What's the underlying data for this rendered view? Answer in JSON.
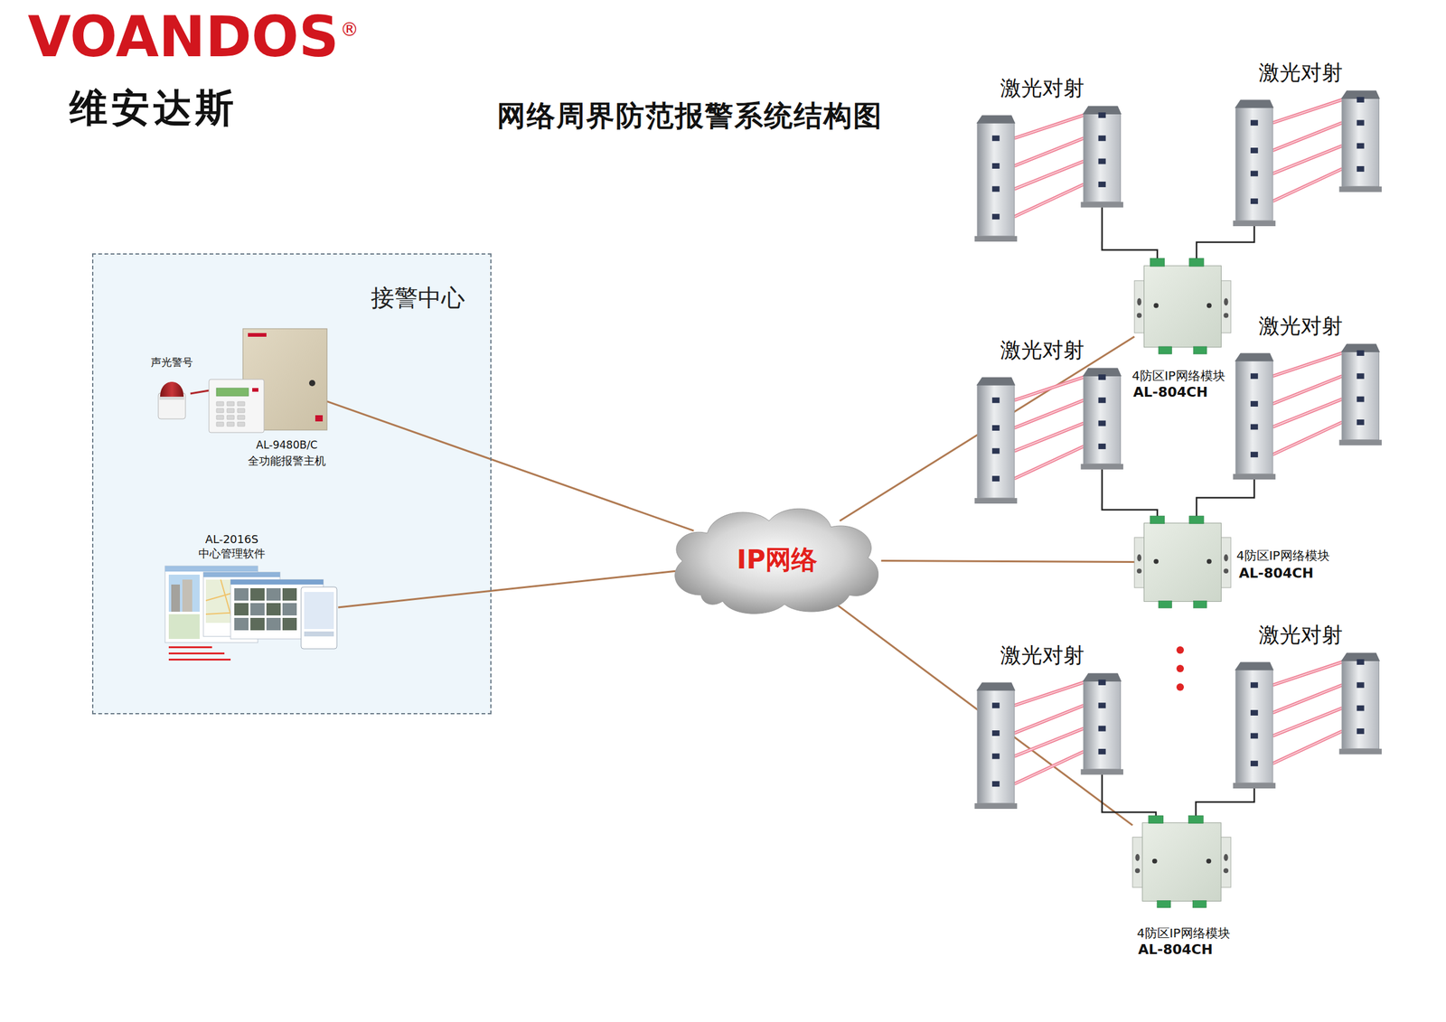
{
  "diagram": {
    "title": "网络周界防范报警系统结构图",
    "nodes": [
      {
        "text": [
          "接警中心"
        ]
      },
      {
        "text": [
          "声光警号"
        ],
        "in": 0
      },
      {
        "text": [
          "AL-9480B/C",
          "全功能报警主机"
        ],
        "in": 0
      },
      {
        "text": [
          "AL-2016S",
          "中心管理软件"
        ],
        "in": 0
      },
      {
        "text": [
          "IP网络"
        ]
      },
      {
        "text": [
          "激光对射"
        ]
      },
      {
        "text": [
          "激光对射"
        ]
      },
      {
        "text": [
          "4防区IP网络模块",
          "AL-804CH"
        ]
      },
      {
        "text": [
          "激光对射"
        ]
      },
      {
        "text": [
          "激光对射"
        ]
      },
      {
        "text": [
          "4防区IP网络模块",
          "AL-804CH"
        ]
      },
      {
        "text": [
          "激光对射"
        ]
      },
      {
        "text": [
          "激光对射"
        ]
      },
      {
        "text": [
          "4防区IP网络模块",
          "AL-804CH"
        ]
      }
    ],
    "edges": [
      {
        "from": 1,
        "to": 2,
        "arrow": "none"
      },
      {
        "from": 2,
        "to": 4,
        "arrow": "none"
      },
      {
        "from": 3,
        "to": 4,
        "arrow": "none"
      },
      {
        "from": 4,
        "to": 7,
        "arrow": "none"
      },
      {
        "from": 4,
        "to": 10,
        "arrow": "none"
      },
      {
        "from": 4,
        "to": 13,
        "arrow": "none"
      },
      {
        "from": 5,
        "to": 7,
        "arrow": "none"
      },
      {
        "from": 6,
        "to": 7,
        "arrow": "none"
      },
      {
        "from": 8,
        "to": 10,
        "arrow": "none"
      },
      {
        "from": 9,
        "to": 10,
        "arrow": "none"
      },
      {
        "from": 11,
        "to": 13,
        "arrow": "none"
      },
      {
        "from": 12,
        "to": 13,
        "arrow": "none"
      }
    ],
    "labels": [
      "VOANDOS",
      "®",
      "维安达斯"
    ]
  }
}
